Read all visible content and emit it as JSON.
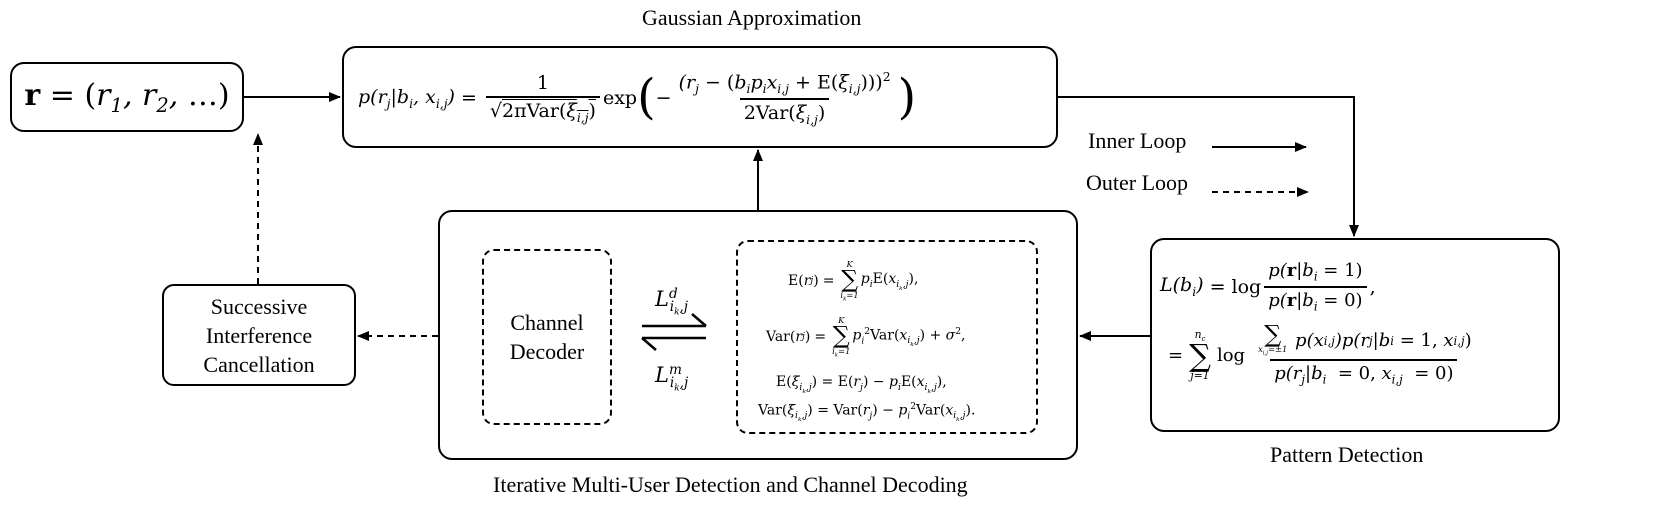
{
  "labels": {
    "gaussian_title": "Gaussian Approximation",
    "inner_loop": "Inner Loop",
    "outer_loop": "Outer Loop",
    "channel_decoder": "Channel Decoder",
    "sic": "Successive Interference Cancellation",
    "pattern_detection": "Pattern Detection",
    "iterative_title": "Iterative Multi-User Detection and Channel Decoding"
  },
  "equations": {
    "received_vector": "r = (r1, r2, ...)",
    "gaussian_pdf": "p(rj|bi, xi,j) = 1/sqrt(2πVar(ξi,j)) exp(−(rj − (bi pi xi,j + E(ξi,j)))^2 / 2Var(ξi,j))",
    "mud_mean": "E(rj) = Σ_{ik=1}^{K} pi E(xik,j),",
    "mud_var": "Var(rj) = Σ_{ik=1}^{K} pi^2 Var(xik,j) + σ^2,",
    "xi_mean": "E(ξik,j) = E(rj) − pi E(xik,j),",
    "xi_var": "Var(ξik,j) = Var(rj) − pi^2 Var(xik,j).",
    "llr_def": "L(bi) = log p(r|bi = 1) / p(r|bi = 0),",
    "llr_expand": "= Σ_{j=1}^{nc} log Σ_{xi,j=±1} p(xi,j) p(rj|bi = 1, xi,j) / p(rj|bi = 0, xi,j = 0)",
    "l_decoder_to_mud": "L^d_{ik,j}",
    "l_mud_to_decoder": "L^m_{ik,j}"
  }
}
